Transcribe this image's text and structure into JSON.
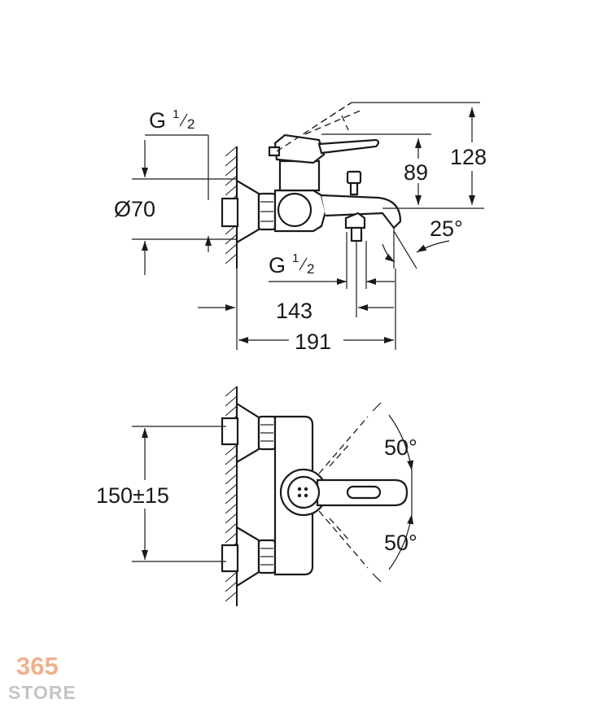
{
  "side_view": {
    "thread_top": {
      "main": "G",
      "sup": "1",
      "sub": "2"
    },
    "diameter": "Ø70",
    "height_lever": "128",
    "height_handle": "89",
    "spout_angle": "25°",
    "thread_bottom": {
      "main": "G",
      "sup": "1",
      "sub": "2"
    },
    "depth_outlet": "143",
    "depth_total": "191"
  },
  "top_view": {
    "centers": "150±15",
    "angle_upper": "50°",
    "angle_lower": "50°"
  },
  "watermark": {
    "number": "365",
    "word": "STORE"
  }
}
